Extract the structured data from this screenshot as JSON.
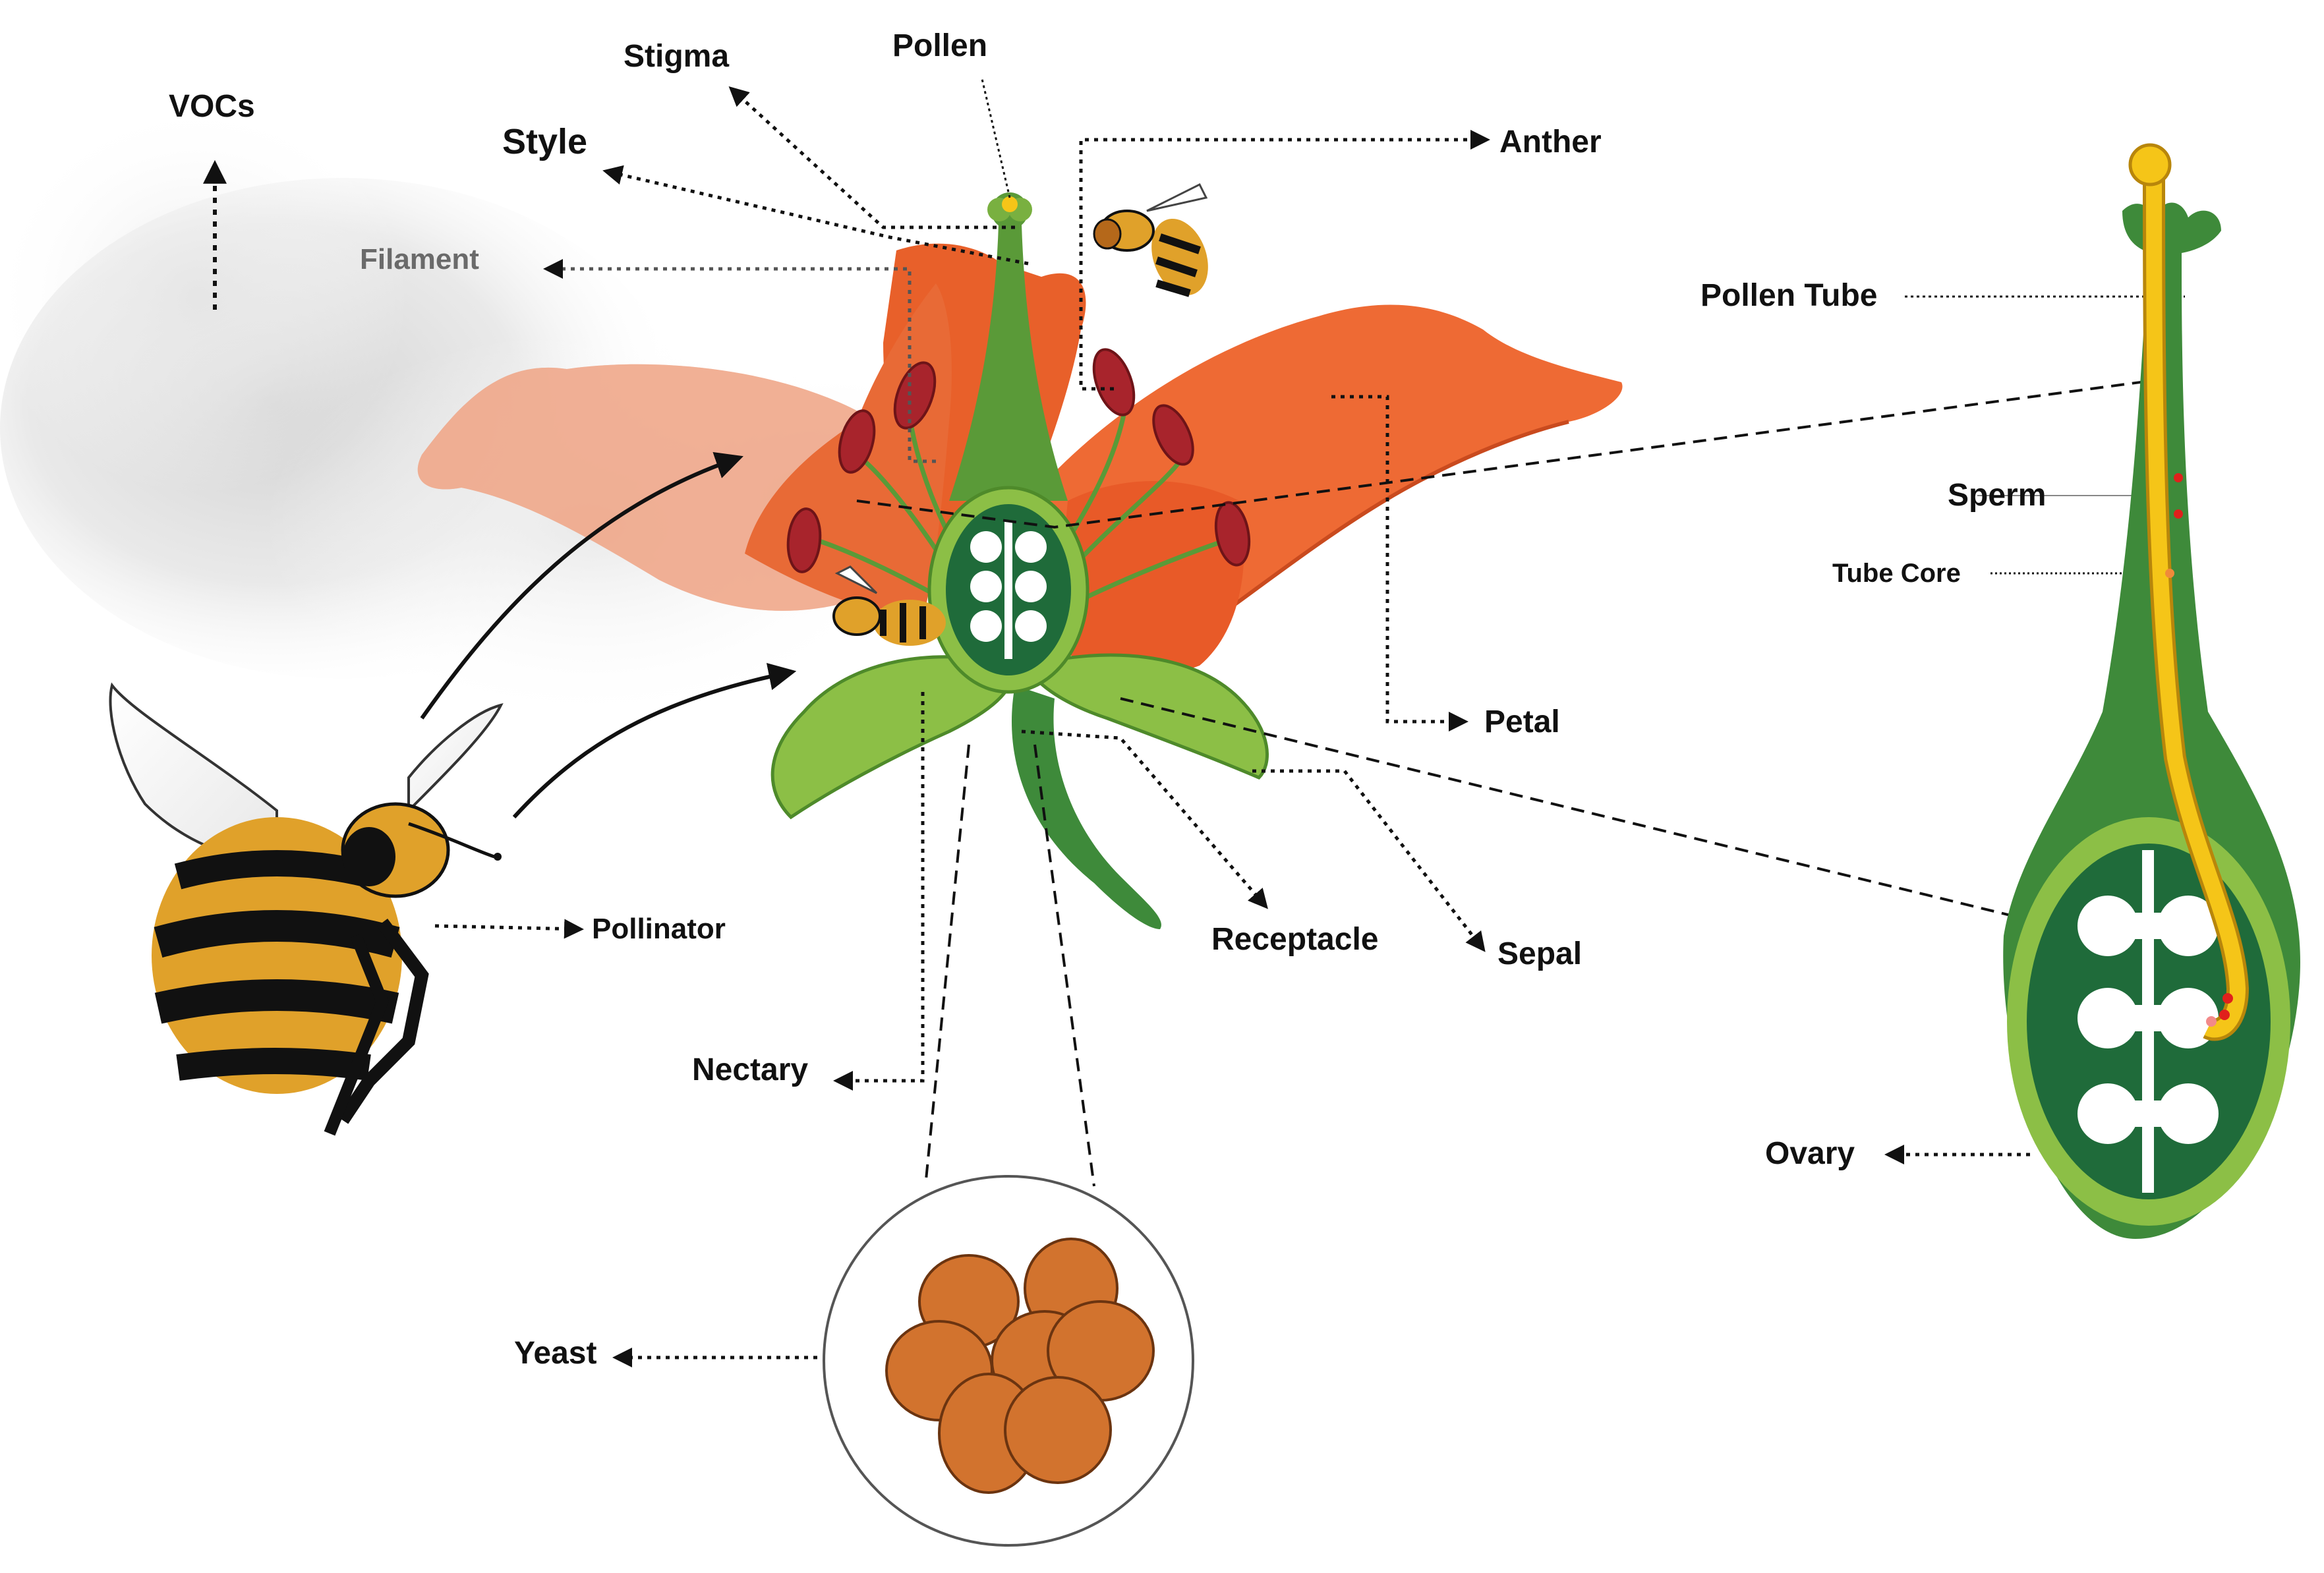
{
  "labels": {
    "vocs": "VOCs",
    "stigma": "Stigma",
    "pollen": "Pollen",
    "style": "Style",
    "anther": "Anther",
    "filament": "Filament",
    "pollen_tube": "Pollen Tube",
    "sperm": "Sperm",
    "tube_core": "Tube Core",
    "petal": "Petal",
    "pollinator": "Pollinator",
    "receptacle": "Receptacle",
    "sepal": "Sepal",
    "nectary": "Nectary",
    "ovary": "Ovary",
    "yeast": "Yeast"
  },
  "colors": {
    "petal": "#ee6a34",
    "petal_dark": "#c94a1e",
    "stem_green": "#3e8a3a",
    "light_green": "#8cbf46",
    "dark_green": "#1f6b3a",
    "anther_red": "#a8242c",
    "pollen_yellow": "#f5c518",
    "yeast_orange": "#d2732e",
    "sperm_red": "#e0201c",
    "bee_yellow": "#e0a12a",
    "bee_black": "#111111"
  }
}
